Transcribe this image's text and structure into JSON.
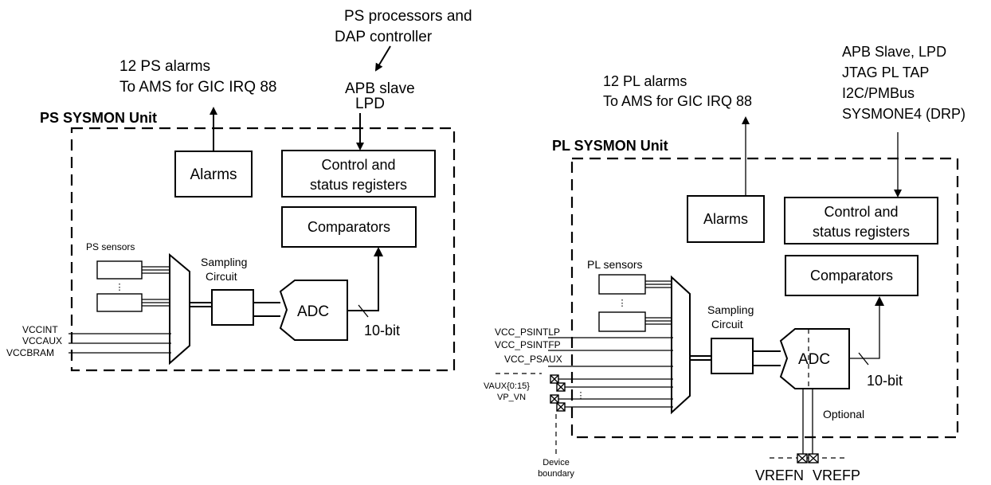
{
  "ps": {
    "unit_title": "PS SYSMON Unit",
    "alarms_note_1": "12 PS alarms",
    "alarms_note_2": "To AMS for GIC IRQ 88",
    "proc_note_1": "PS processors and",
    "proc_note_2": "DAP controller",
    "apb_1": "APB slave",
    "apb_2": "LPD",
    "alarms_box": "Alarms",
    "ctrl_1": "Control and",
    "ctrl_2": "status registers",
    "comparators": "Comparators",
    "sensors_label": "PS sensors",
    "sensor_dots": "⋮",
    "sampling_1": "Sampling",
    "sampling_2": "Circuit",
    "adc": "ADC",
    "bits": "10-bit",
    "inputs": [
      "VCCINT",
      "VCCAUX",
      "VCCBRAM"
    ]
  },
  "pl": {
    "unit_title": "PL SYSMON Unit",
    "alarms_note_1": "12 PL alarms",
    "alarms_note_2": "To AMS for GIC IRQ 88",
    "ifaces": [
      "APB Slave, LPD",
      "JTAG PL TAP",
      "I2C/PMBus",
      "SYSMONE4 (DRP)"
    ],
    "alarms_box": "Alarms",
    "ctrl_1": "Control and",
    "ctrl_2": "status registers",
    "comparators": "Comparators",
    "sensors_label": "PL sensors",
    "sensor_dots": "⋮",
    "sampling_1": "Sampling",
    "sampling_2": "Circuit",
    "adc": "ADC",
    "bits": "10-bit",
    "optional": "Optional",
    "inputs": [
      "VCC_PSINTLP",
      "VCC_PSINTFP",
      "VCC_PSAUX"
    ],
    "vaux": "VAUX{0:15}",
    "vp_vn": "VP_VN",
    "aux_dots": "⋮",
    "device_1": "Device",
    "device_2": "boundary",
    "vrefn": "VREFN",
    "vrefp": "VREFP"
  }
}
